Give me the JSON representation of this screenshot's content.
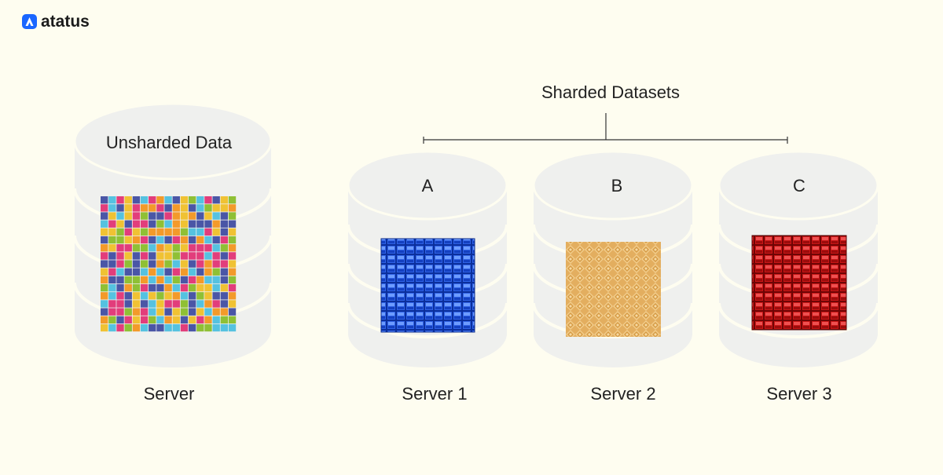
{
  "brand": {
    "name": "atatus",
    "color": "#1a66ff"
  },
  "left_db": {
    "top_label": "Unsharded Data",
    "caption": "Server"
  },
  "group_title": "Sharded Datasets",
  "shards": [
    {
      "label": "A",
      "caption": "Server 1",
      "color": "#1c4fd6"
    },
    {
      "label": "B",
      "caption": "Server 2",
      "color": "#e3b060"
    },
    {
      "label": "C",
      "caption": "Server 3",
      "color": "#c21414"
    }
  ],
  "colors": {
    "background": "#fefdf0",
    "cylinder": "#eff0ee",
    "cylinder_line": "#fefdf0",
    "mosaic": [
      "#e23d7b",
      "#f0c233",
      "#4a56a6",
      "#55c2e0",
      "#8fc035",
      "#f39a2a"
    ]
  }
}
